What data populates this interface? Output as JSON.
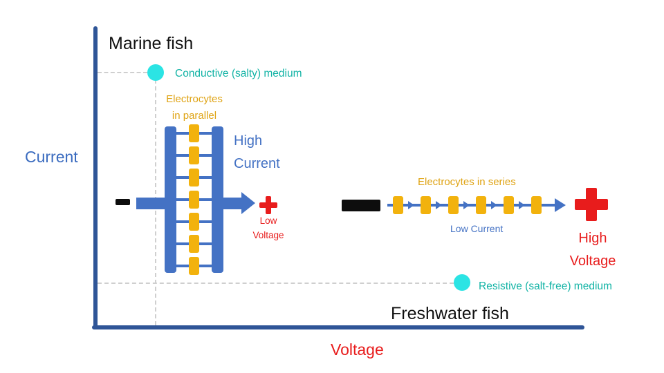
{
  "axes": {
    "y_label": "Current",
    "x_label": "Voltage"
  },
  "marine": {
    "title": "Marine fish",
    "medium_label": "Conductive (salty) medium",
    "electrocytes_label": "Electrocytes\nin parallel",
    "electrocyte_count": 7,
    "current_label": "High\nCurrent",
    "voltage_label": "Low\nVoltage"
  },
  "freshwater": {
    "title": "Freshwater fish",
    "medium_label": "Resistive (salt-free) medium",
    "electrocytes_label": "Electrocytes in series",
    "electrocyte_count": 6,
    "current_label": "Low Current",
    "voltage_label": "High\nVoltage"
  },
  "colors": {
    "circuit_blue": "#4472c4",
    "axis_blue": "#2f5597",
    "current_text_blue": "#3a6bbf",
    "electrocyte_gold": "#f2b20d",
    "gold_text": "#dfa313",
    "voltage_red": "#e81c1c",
    "medium_teal_text": "#12b3a5",
    "medium_dot_cyan": "#2be4e4",
    "terminal_black": "#0d0d0d",
    "dash_gray": "#cfcfcf"
  }
}
